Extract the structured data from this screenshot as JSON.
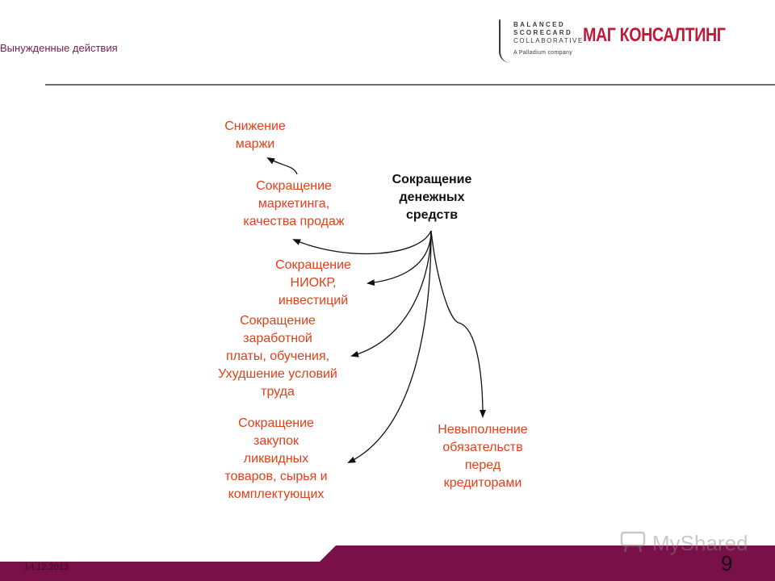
{
  "header": {
    "section_title": "Вынужденные действия",
    "brand_name": "МАГ КОНСАЛТИНГ",
    "logo": {
      "line1": "BALANCED",
      "line2": "SCORECARD",
      "line3": "COLLABORATIVE",
      "tagline": "A Palladium company"
    }
  },
  "diagram": {
    "center": "Сокращение\nденежных\nсредств",
    "effects": {
      "marketing": "Сокращение\nмаркетинга,\nкачества продаж",
      "margin": "Снижение\nмаржи",
      "rnd": "Сокращение\nНИОКР,\nинвестиций",
      "salary": "Сокращение\nзаработной\nплаты, обучения,\nУхудшение условий\nтруда",
      "purchases": "Сокращение\nзакупок\nликвидных\nтоваров, сырья и\nкомплектующих",
      "creditors": "Невыполнение\nобязательств\nперед\nкредиторами"
    }
  },
  "footer": {
    "date": "14.12.2013",
    "page_number": "9",
    "watermark": "MyShared"
  },
  "colors": {
    "accent_text": "#e0401a",
    "footer_band": "#7a1048",
    "brand": "#c01a3a"
  }
}
